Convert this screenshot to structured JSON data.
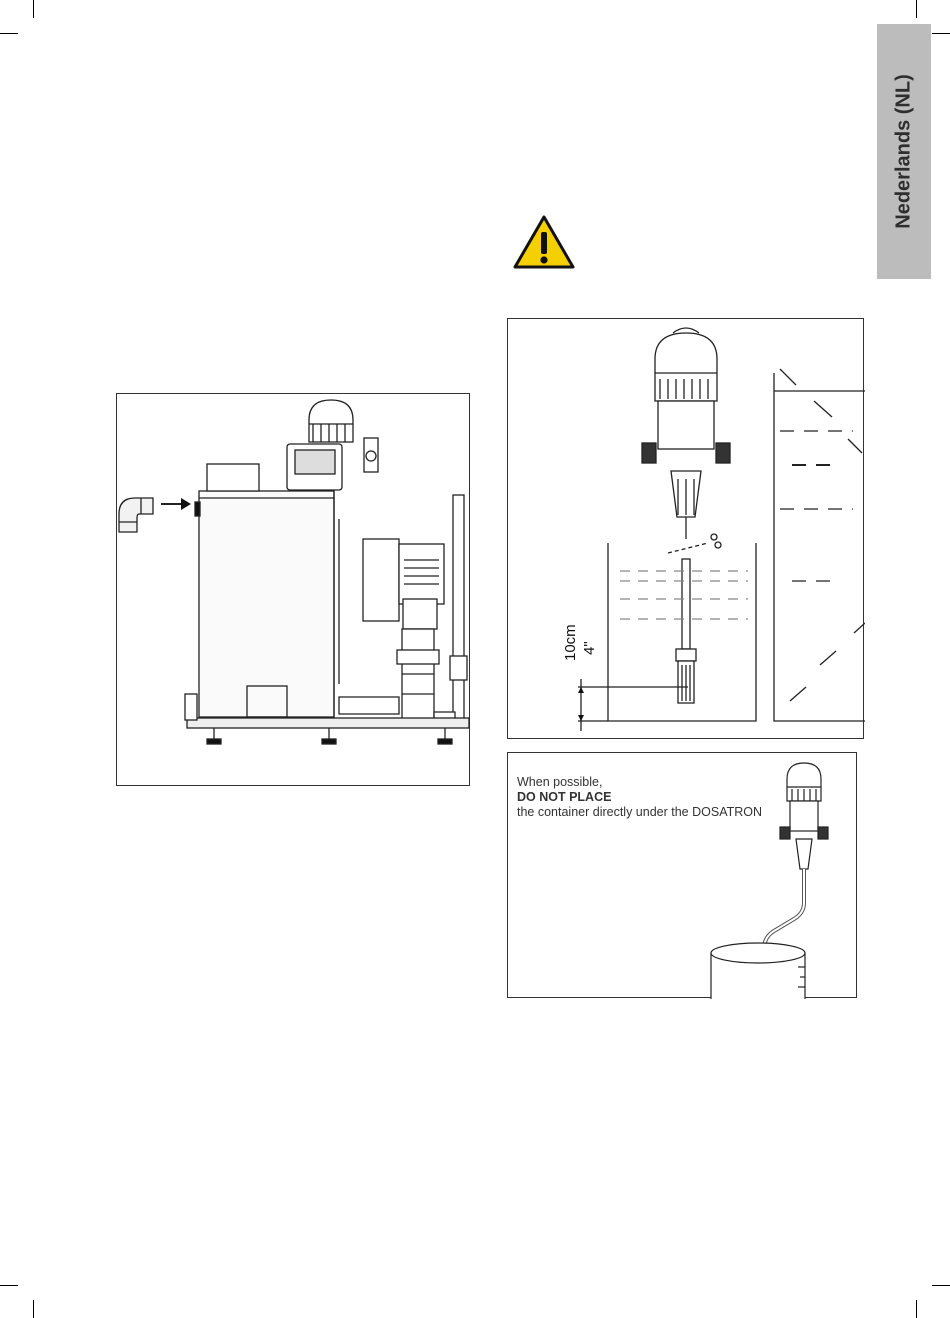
{
  "sidebar": {
    "language_tab": "Nederlands (NL)"
  },
  "warning": {
    "icon": "warning-triangle-icon",
    "color": "#f5d000"
  },
  "figure_installation": {
    "icon": "installation-unit-drawing"
  },
  "figure_suction": {
    "dimension_metric": "10cm",
    "dimension_imperial": "4\""
  },
  "figure_container": {
    "line1": "When possible,",
    "line2": "DO NOT PLACE",
    "line3": "the container directly under the DOSATRON"
  }
}
